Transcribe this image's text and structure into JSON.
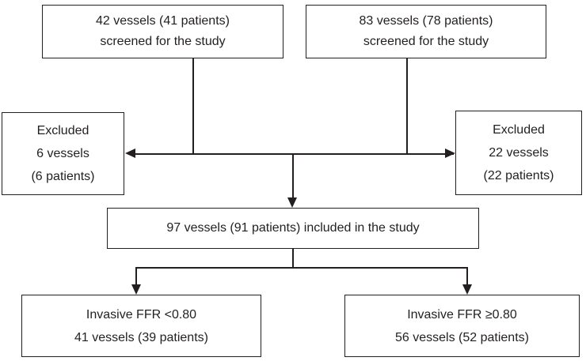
{
  "colors": {
    "background": "#ffffff",
    "line": "#231f20",
    "text": "#231f20",
    "box_background": "#ffffff"
  },
  "diagram": {
    "type": "flowchart",
    "boxes": {
      "screened_left": {
        "lines": [
          "42 vessels (41 patients)",
          "screened for the study"
        ]
      },
      "screened_right": {
        "lines": [
          "83 vessels (78 patients)",
          "screened for the study"
        ]
      },
      "excluded_left": {
        "lines": [
          "Excluded",
          "6 vessels",
          "(6 patients)"
        ]
      },
      "excluded_right": {
        "lines": [
          "Excluded",
          "22 vessels",
          "(22 patients)"
        ]
      },
      "included": {
        "lines": [
          "97 vessels (91 patients) included in the study"
        ]
      },
      "ffr_below": {
        "lines": [
          "Invasive FFR <0.80",
          "41 vessels (39 patients)"
        ]
      },
      "ffr_above": {
        "lines": [
          "Invasive FFR ≥0.80",
          "56 vessels (52 patients)"
        ]
      }
    }
  }
}
